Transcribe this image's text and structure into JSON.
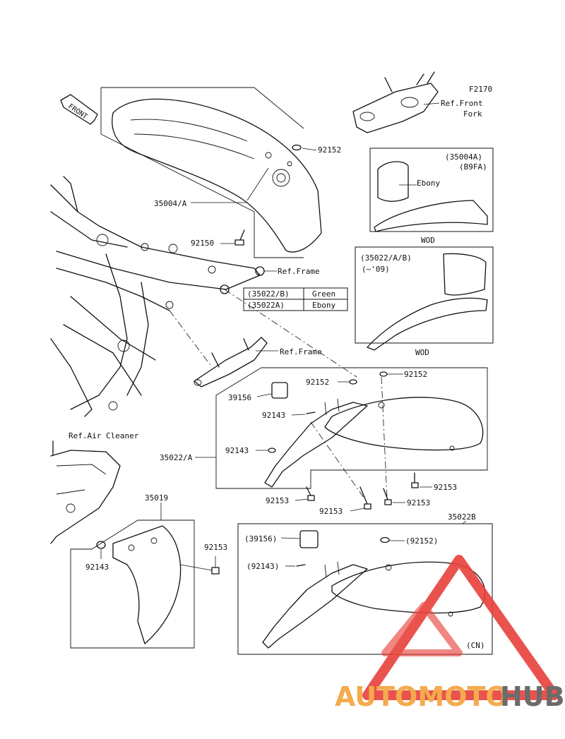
{
  "figure_code": "F2170",
  "direction_arrow": "FRONT",
  "labels": {
    "ref_front_fork_line1": "Ref.Front",
    "ref_front_fork_line2": "Fork",
    "part_92152_a": "92152",
    "part_35004": "35004/A",
    "part_92150": "92150",
    "ref_frame_a": "Ref.Frame",
    "ref_frame_b": "Ref.Frame",
    "part_92152_b": "92152",
    "part_92152_c": "92152",
    "part_39156": "39156",
    "part_92143_a": "92143",
    "part_92143_b": "92143",
    "part_35022": "35022/A",
    "part_92153_a": "92153",
    "part_92153_b": "92153",
    "part_92153_c": "92153",
    "part_92153_d": "92153",
    "ref_air_cleaner": "Ref.Air Cleaner",
    "part_35019": "35019",
    "part_92153_e": "92153",
    "part_92143_c": "92143",
    "part_35022B": "35022B",
    "part_39156_paren": "(39156)",
    "part_92152_paren": "(92152)",
    "part_92143_paren": "(92143)",
    "cn_note": "(CN)"
  },
  "inset_front": {
    "code": "(35004A)",
    "sub": "(B9FA)",
    "color": "Ebony",
    "caption": "WOD"
  },
  "inset_rear": {
    "code": "(35022/A/B)",
    "sub": "(~'09)",
    "caption": "WOD"
  },
  "color_table": [
    {
      "part": "(35022/B)",
      "color": "Green"
    },
    {
      "part": "(35022A)",
      "color": "Ebony"
    }
  ],
  "watermark": {
    "text_part1": "AUTOMOTO",
    "text_part2": "HUB",
    "color_red": "#e8413a",
    "color_orange": "#f3a23b",
    "color_gray": "#5b5b5b"
  }
}
